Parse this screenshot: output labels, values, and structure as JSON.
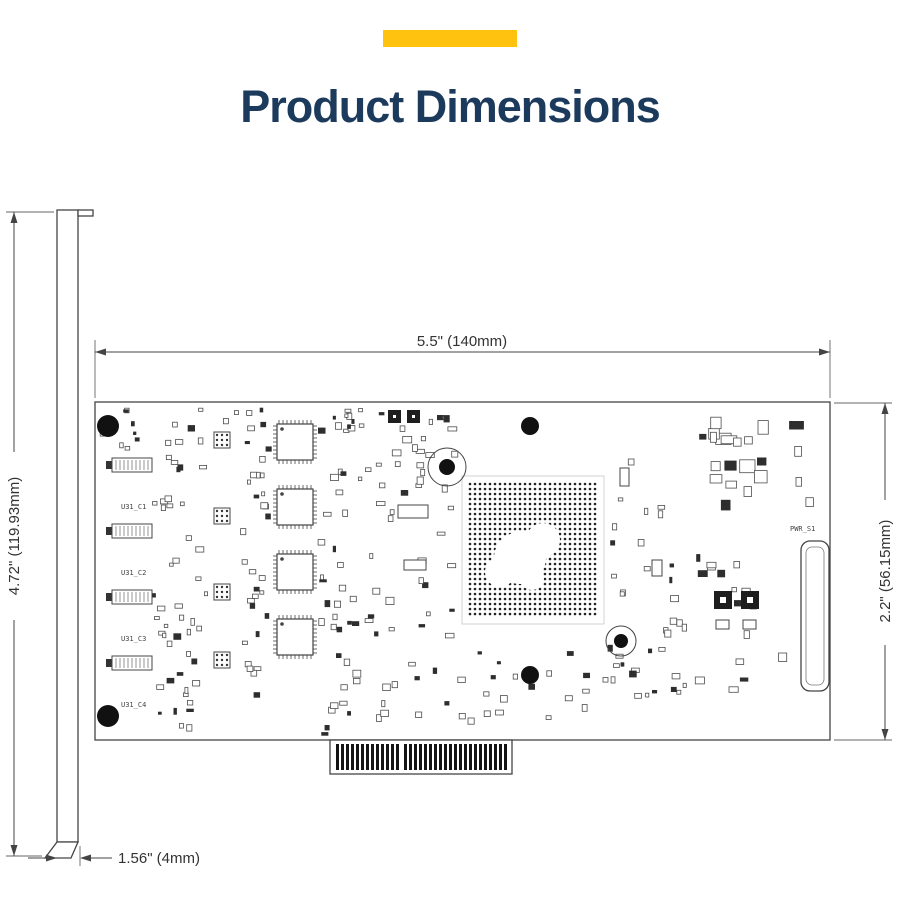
{
  "header": {
    "title": "Product Dimensions",
    "accent_color": "#FFC20E",
    "title_color": "#1B3A5C"
  },
  "diagram": {
    "dim_width": "5.5\" (140mm)",
    "dim_height_total": "4.72\" (119.93mm)",
    "dim_height_pcb": "2.2\" (56.15mm)",
    "dim_bracket": "1.56\" (4mm)",
    "port_labels": [
      "U31_C1",
      "U31_C2",
      "U31_C3",
      "U31_C4"
    ],
    "power_label": "PWR_S1",
    "line_color": "#444444"
  }
}
